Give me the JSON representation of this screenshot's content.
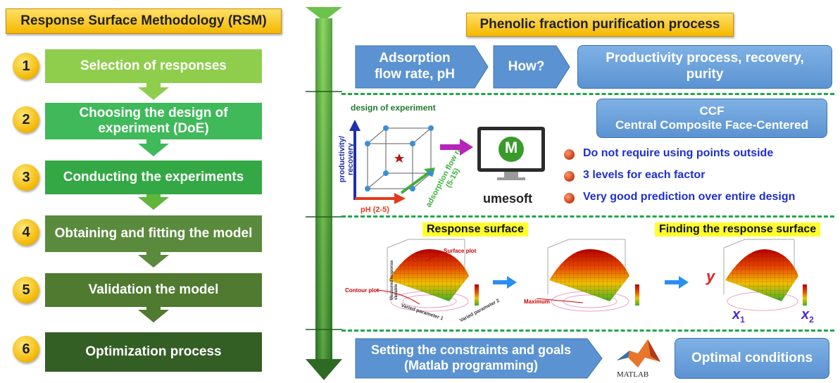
{
  "left": {
    "title": "Response Surface Methodology (RSM)",
    "steps": [
      {
        "num": "1",
        "label": "Selection of responses",
        "color": "#8fce4d"
      },
      {
        "num": "2",
        "label": "Choosing the design of experiment (DoE)",
        "color": "#3fb95a"
      },
      {
        "num": "3",
        "label": "Conducting the experiments",
        "color": "#34a845"
      },
      {
        "num": "4",
        "label": "Obtaining and fitting the model",
        "color": "#5a8a3c"
      },
      {
        "num": "5",
        "label": "Validation the model",
        "color": "#4f7a30"
      },
      {
        "num": "6",
        "label": "Optimization process",
        "color": "#335e24"
      }
    ]
  },
  "right": {
    "title": "Phenolic fraction purification process",
    "row1": {
      "box1": "Adsorption flow rate, pH",
      "box2": "How?",
      "box3": "Productivity process, recovery, purity"
    },
    "doe": {
      "label": "design of experiment",
      "y_axis": "productivity/ recovery",
      "x_axis": "pH (2-5)",
      "z_axis": "adsorption flow rate (5-15)",
      "software_letter": "M",
      "software_name": "umesoft",
      "ccf_line1": "CCF",
      "ccf_line2": "Central Composite Face-Centered",
      "bullets": [
        "Do not require using points outside",
        "3 levels for each factor",
        "Very good prediction over entire design"
      ]
    },
    "rsm": {
      "label_left": "Response surface",
      "label_right": "Finding the response surface",
      "surface_plot": "Surface plot",
      "contour_plot": "Contour plot",
      "maximum": "Maximum",
      "y_label": "y",
      "x1": "x",
      "x2": "x",
      "sub1": "1",
      "sub2": "2",
      "axis_z": "Measured response variable",
      "axis_p1": "Varied parameter 1",
      "axis_p2": "Varied parameter 2"
    },
    "row4": {
      "box1": "Setting the constraints and goals (Matlab programming)",
      "matlab": "MATLAB",
      "box2": "Optimal conditions"
    }
  },
  "colors": {
    "arrow_green": "#2f8a2f",
    "dash_green": "#1ea84a",
    "box_blue": "#5b93d2",
    "bullet_text": "#1f2fd0"
  }
}
